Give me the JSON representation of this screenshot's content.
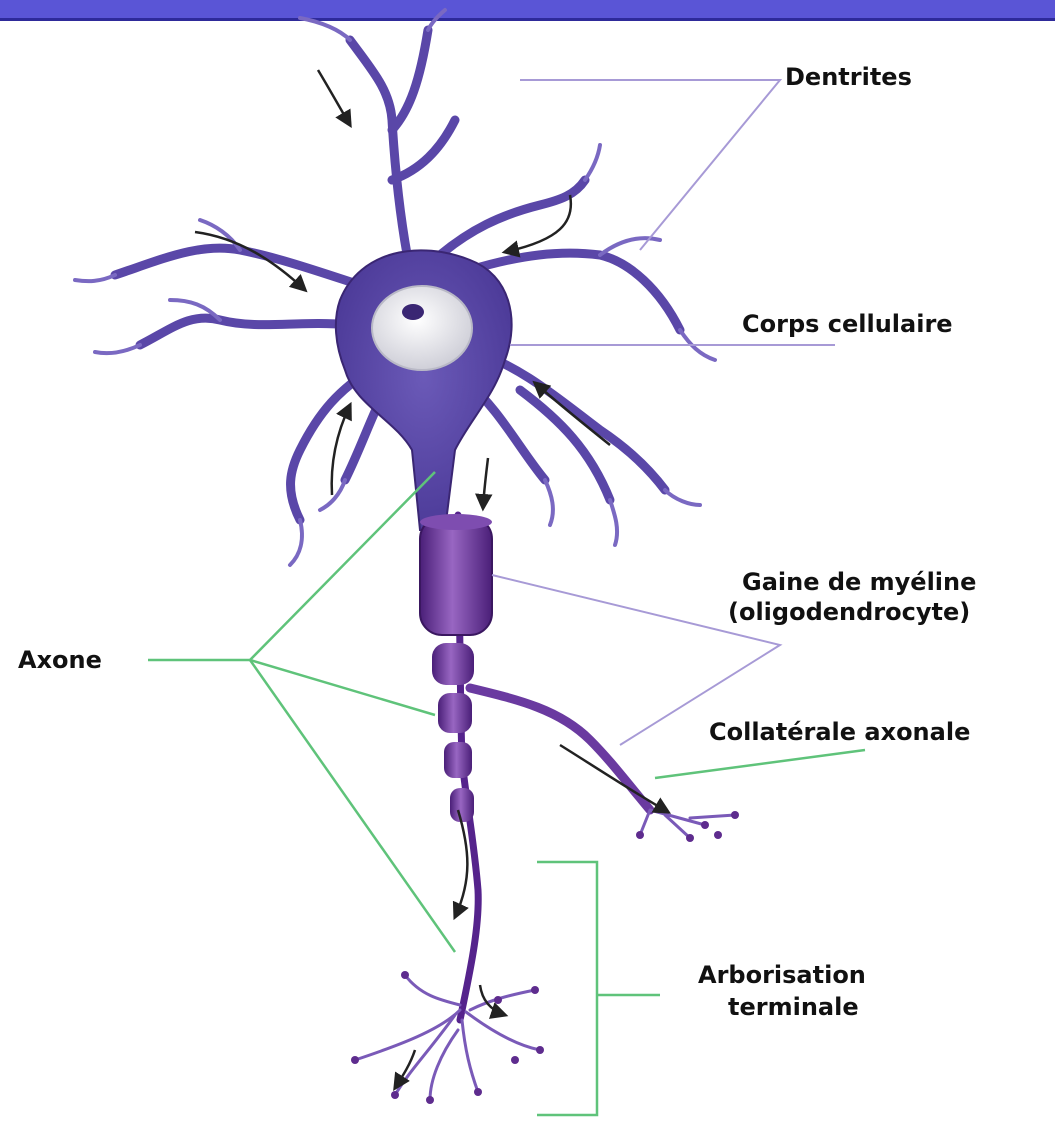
{
  "labels": {
    "dendrites": "Dentrites",
    "cell_body": "Corps cellulaire",
    "myelin_line1": "Gaine de myéline",
    "myelin_line2": "(oligodendrocyte)",
    "axon": "Axone",
    "axon_collateral": "Collatérale axonale",
    "terminal_line1": "Arborisation",
    "terminal_line2": "terminale"
  },
  "colors": {
    "top_bar": "#5a55d6",
    "top_bar_line": "#2e2a9a",
    "neuron": "#5a47a8",
    "neuron_dark": "#3a2673",
    "myelin": "#5e2c8e",
    "myelin_light": "#8a5cb6",
    "nucleus_body": "#e8e8ee",
    "purple_leader": "#a79ad6",
    "green_leader": "#5fc37a",
    "arrow": "#222222"
  }
}
